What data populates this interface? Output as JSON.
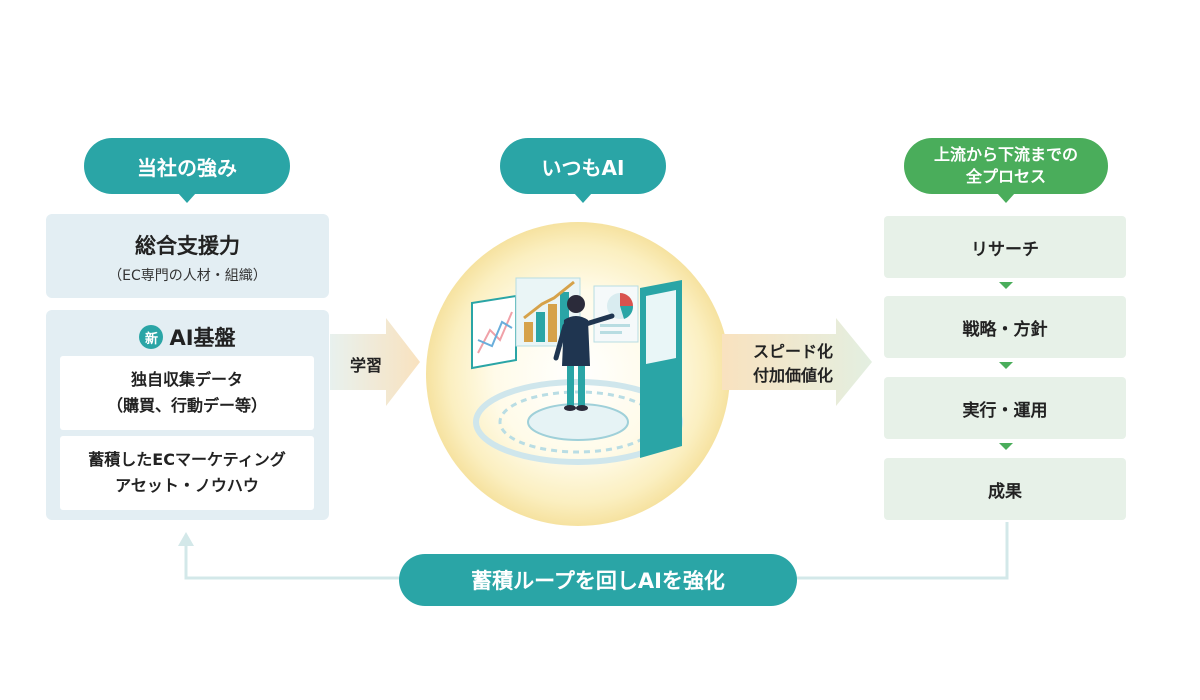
{
  "left": {
    "header": "当社の強み",
    "top_box": {
      "title": "総合支援力",
      "subtitle": "（EC専門の人材・組織）"
    },
    "ai_box": {
      "badge": "新",
      "title": "AI基盤",
      "card1": {
        "line1": "独自収集データ",
        "line2": "（購買、行動デー等）"
      },
      "card2": {
        "line1": "蓄積したECマーケティング",
        "line2": "アセット・ノウハウ"
      }
    }
  },
  "center": {
    "header": "いつもAI",
    "illustration": "woman-presenting-ai-dashboard"
  },
  "arrows": {
    "learn_label": "学習",
    "speed_line1": "スピード化",
    "speed_line2": "付加価値化"
  },
  "right": {
    "header_line1": "上流から下流までの",
    "header_line2": "全プロセス",
    "steps": [
      "リサーチ",
      "戦略・方針",
      "実行・運用",
      "成果"
    ]
  },
  "bottom": {
    "loop_label": "蓄積ループを回しAIを強化"
  },
  "colors": {
    "teal": "#2aa5a6",
    "green": "#4aad5b",
    "panel_blue": "#e3eef3",
    "step_green": "#e7f1e8"
  }
}
